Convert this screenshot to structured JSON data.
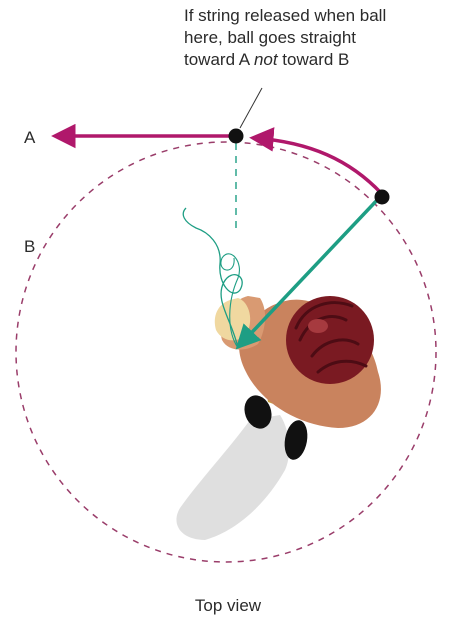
{
  "annotation": {
    "line1": "If string released when ball",
    "line2": "here, ball goes straight",
    "line3_prefix": "toward A ",
    "line3_emphasis": "not",
    "line3_suffix": " toward B"
  },
  "labels": {
    "a": "A",
    "b": "B"
  },
  "caption": "Top view",
  "colors": {
    "path_arrow": "#b0186b",
    "circle_dashed": "#9a3d6a",
    "string_teal": "#1e9e84",
    "ball": "#111111",
    "hair": "#7a1a22",
    "shirt": "#c9835e",
    "shadow": "#d9d9d9"
  }
}
